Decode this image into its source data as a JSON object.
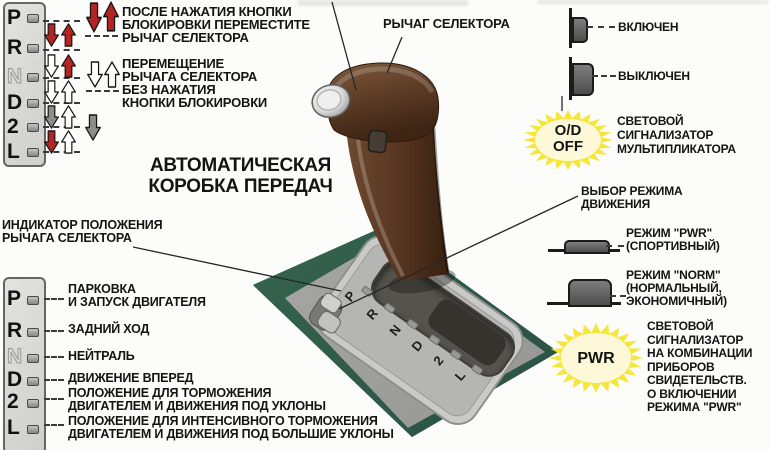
{
  "title": {
    "line1": "АВТОМАТИЧЕСКАЯ",
    "line2": "КОРОБКА ПЕРЕДАЧ"
  },
  "colors": {
    "red": "#b32522",
    "white": "#ffffff",
    "gray": "#8d8d8d",
    "burst_spikes": "#f6e63c",
    "burst_center": "#fdf9d8",
    "green_base": "#2f5a47"
  },
  "top_panel": {
    "gears": [
      "P",
      "R",
      "N",
      "D",
      "2",
      "L"
    ],
    "transitions": [
      {
        "down": "red",
        "up": "red"
      },
      {
        "down": "white",
        "up": "red"
      },
      {
        "down": "white",
        "up": "white"
      },
      {
        "down": "gray",
        "up": "white"
      },
      {
        "down": "red",
        "up": "white"
      }
    ],
    "floating_arrow": {
      "dir": "down",
      "color": "gray"
    }
  },
  "legend": {
    "pressed": {
      "arrow_color": "red",
      "lines": [
        "ПОСЛЕ НАЖАТИЯ КНОПКИ",
        "БЛОКИРОВКИ ПЕРЕМЕСТИТЕ",
        "РЫЧАГ СЕЛЕКТОРА"
      ]
    },
    "free": {
      "arrow_color": "white",
      "lines": [
        "ПЕРЕМЕЩЕНИЕ",
        "РЫЧАГА СЕЛЕКТОРА",
        "БЕЗ НАЖАТИЯ",
        "КНОПКИ БЛОКИРОВКИ"
      ]
    }
  },
  "labels": {
    "lever": "РЫЧАГ СЕЛЕКТОРА",
    "indicator": [
      "ИНДИКАТОР ПОЛОЖЕНИЯ",
      "РЫЧАГА СЕЛЕКТОРА"
    ],
    "mode_select": [
      "ВЫБОР РЕЖИМА",
      "ДВИЖЕНИЯ"
    ]
  },
  "gear_list": {
    "items": [
      {
        "gear": "P",
        "lines": [
          "ПАРКОВКА",
          "И ЗАПУСК ДВИГАТЕЛЯ"
        ]
      },
      {
        "gear": "R",
        "lines": [
          "ЗАДНИЙ ХОД"
        ]
      },
      {
        "gear": "N",
        "lines": [
          "НЕЙТРАЛЬ"
        ]
      },
      {
        "gear": "D",
        "lines": [
          "ДВИЖЕНИЕ ВПЕРЕД"
        ]
      },
      {
        "gear": "2",
        "lines": [
          "ПОЛОЖЕНИЕ ДЛЯ ТОРМОЖЕНИЯ",
          "ДВИГАТЕЛЕМ И ДВИЖЕНИЯ ПОД УКЛОНЫ"
        ]
      },
      {
        "gear": "L",
        "lines": [
          "ПОЛОЖЕНИЕ ДЛЯ ИНТЕНСИВНОГО ТОРМОЖЕНИЯ",
          "ДВИГАТЕЛЕМ И ДВИЖЕНИЯ ПОД БОЛЬШИЕ УКЛОНЫ"
        ]
      }
    ]
  },
  "right_panel": {
    "od_on_label": "ВКЛЮЧЕН",
    "od_off_label": "ВЫКЛЮЧЕН",
    "od_burst": {
      "line1": "O/D",
      "line2": "OFF"
    },
    "od_desc": [
      "СВЕТОВОЙ",
      "СИГНАЛИЗАТОР",
      "МУЛЬТИПЛИКАТОРА"
    ],
    "pwr_mode": [
      "РЕЖИМ \"PWR\"",
      "(СПОРТИВНЫЙ)"
    ],
    "norm_mode": [
      "РЕЖИМ \"NORM\"",
      "(НОРМАЛЬНЫЙ,",
      "ЭКОНОМИЧНЫЙ)"
    ],
    "pwr_burst": "PWR",
    "pwr_desc": [
      "СВЕТОВОЙ",
      "СИГНАЛИЗАТОР",
      "НА КОМБИНАЦИИ",
      "ПРИБОРОВ",
      "СВИДЕТЕЛЬСТВ.",
      "О ВКЛЮЧЕНИИ",
      "РЕЖИМА \"PWR\""
    ]
  },
  "console": {
    "gears": [
      "P",
      "R",
      "N",
      "D",
      "2",
      "L"
    ]
  }
}
